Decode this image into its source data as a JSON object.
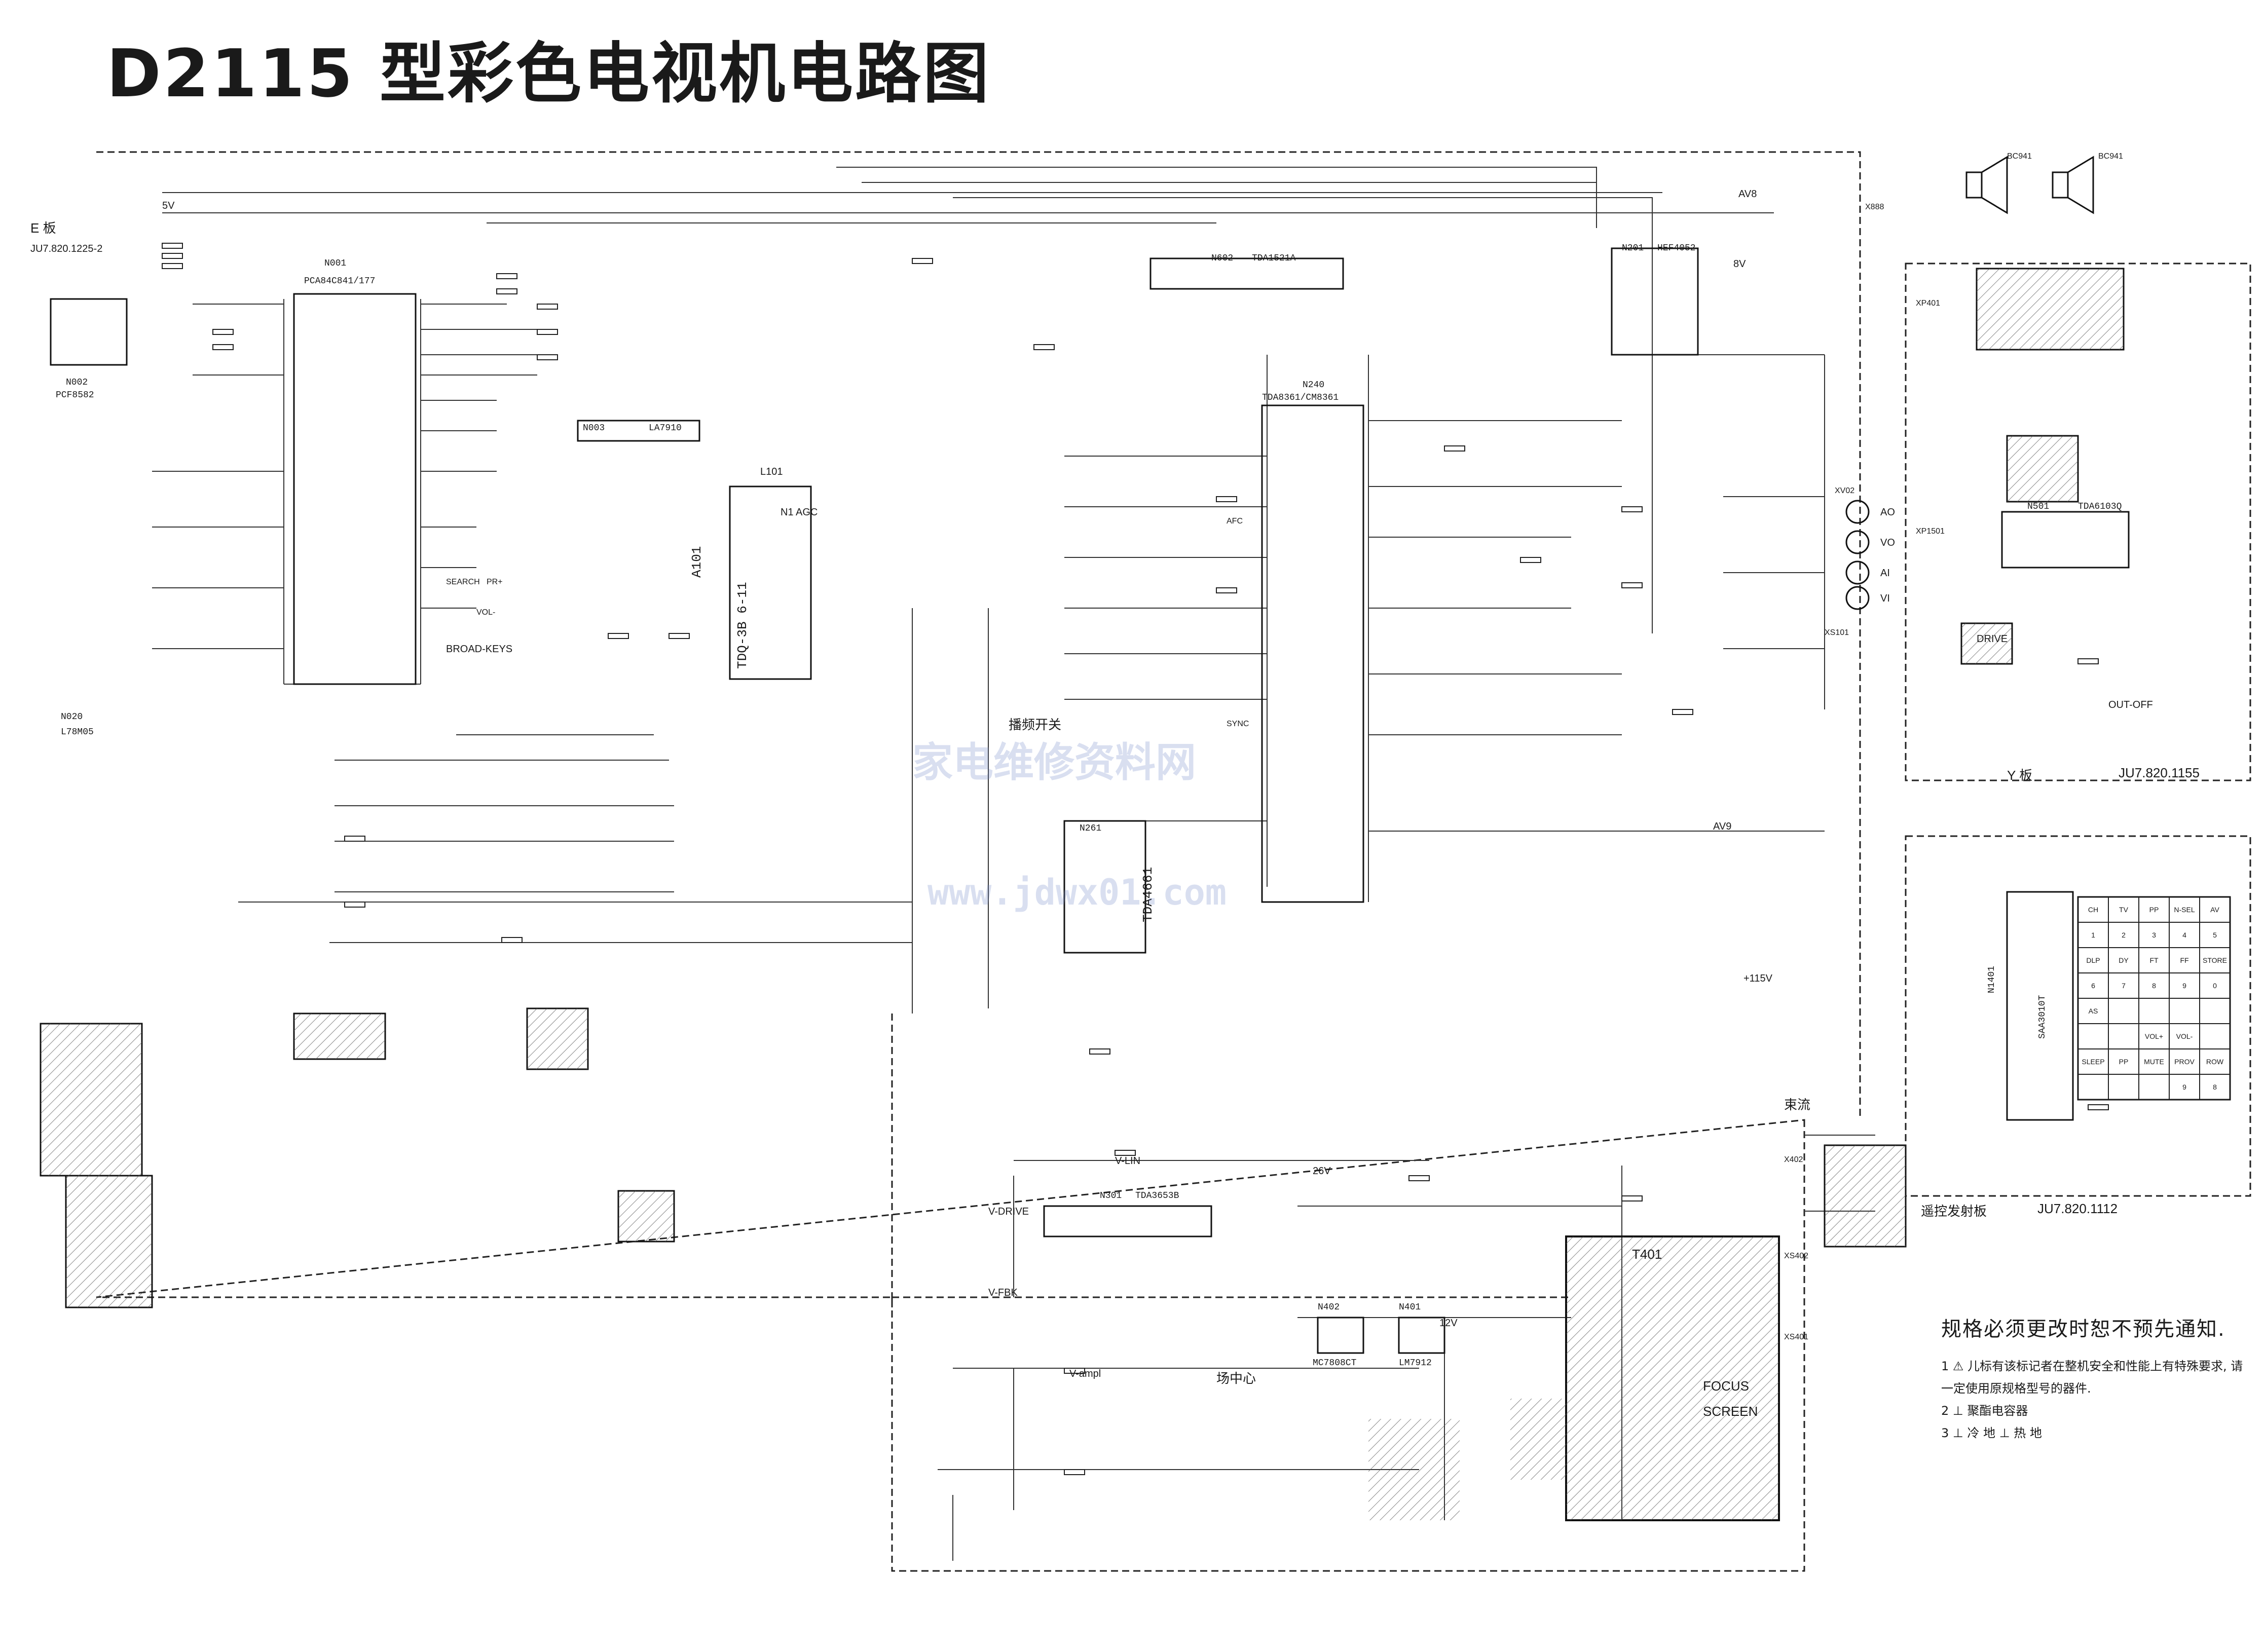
{
  "title": "D2115 型彩色电视机电路图",
  "boards": {
    "e_board": "E 板",
    "e_board_code": "JU7.820.1225-2",
    "y_board": "Y 板",
    "y_board_code": "JU7.820.1155",
    "remote_board": "遥控发射板",
    "remote_board_code": "JU7.820.1112"
  },
  "ics": {
    "n001": "N001",
    "n001_part": "PCA84C841/177",
    "n002": "N002",
    "n002_part": "PCF8582",
    "n003": "N003",
    "n003_part": "LA7910",
    "n240": "N240",
    "n240_part": "TDA8361/CM8361",
    "n602": "N602",
    "n602_part": "TDA1521A",
    "n201": "N201",
    "n201_part": "HEF4052",
    "n301": "N301",
    "n301_part": "TDA3653B",
    "n401": "N401",
    "n401_part": "LM7912",
    "n402": "N402",
    "n402_part": "MC7808CT",
    "n501": "N501",
    "n501_part": "TDA6103Q",
    "n1401": "N1401",
    "n1401_part": "SAA3010T",
    "n261": "N261",
    "n261_part": "TDA4661",
    "a101": "A101",
    "a101_part": "TDQ-3B 6-11",
    "n020": "N020",
    "n020_part": "L78M05"
  },
  "labels": {
    "search_keys": "SEARCH",
    "vol_key": "VOL-",
    "pr_key": "PR+",
    "broad_keys": "BROAD-KEYS",
    "av8": "AV8",
    "av9": "AV9",
    "vcc": "+115V",
    "v26": "26V",
    "v12": "12V",
    "v8": "8V",
    "v5": "5V",
    "focus": "FOCUS",
    "screen": "SCREEN",
    "drive": "DRIVE",
    "ff": "OUT-OFF",
    "flyback": "T401",
    "supply": "束流",
    "bc_ch1": "BC941",
    "bc_ch2": "BC941",
    "x888": "X888",
    "xv02": "XV02",
    "xs101": "XS101",
    "xs401": "XS401",
    "xs402": "XS402",
    "xp401": "XP401",
    "x402": "X402",
    "xp1501": "XP1501",
    "sw_label": "播频开关",
    "v_drive": "V-DRIVE",
    "v_fbk": "V-FBK",
    "v_ampl": "V-ampl",
    "v_lin": "V-LIN",
    "field_center": "场中心",
    "input_v1": "AO",
    "input_v2": "VO",
    "input_v3": "AI",
    "input_v4": "VI",
    "lv30": "L101",
    "freq_sw": "N1 AGC",
    "n240_afc": "AFC",
    "n240_sync": "SYNC",
    "dsp_keys": [
      [
        "CH",
        "TV",
        "PP",
        "N-SEL",
        "AV"
      ],
      [
        "1",
        "2",
        "3",
        "4",
        "5"
      ],
      [
        "DLP",
        "DY",
        "FT",
        "FF",
        "STORE"
      ],
      [
        "6",
        "7",
        "8",
        "9",
        "0"
      ],
      [
        "AS",
        "",
        "",
        "",
        ""
      ],
      [
        "",
        "",
        "VOL+",
        "VOL-",
        ""
      ],
      [
        "SLEEP",
        "PP",
        "MUTE",
        "PROV",
        "ROW"
      ],
      [
        "",
        "",
        "",
        "9",
        "8"
      ]
    ]
  },
  "notes": {
    "head": "规格必须更改时恕不预先通知.",
    "item1": "1  ⚠ 儿标有该标记者在整机安全和性能上有特殊要求, 请一定使用原规格型号的器件.",
    "item2": "2  ⊥ 聚酯电容器",
    "item3": "3  ⊥ 冷 地      ⊥ 热 地"
  },
  "watermark": {
    "text1": "家电维修资料网",
    "text2": "www.jdwx01.com"
  }
}
